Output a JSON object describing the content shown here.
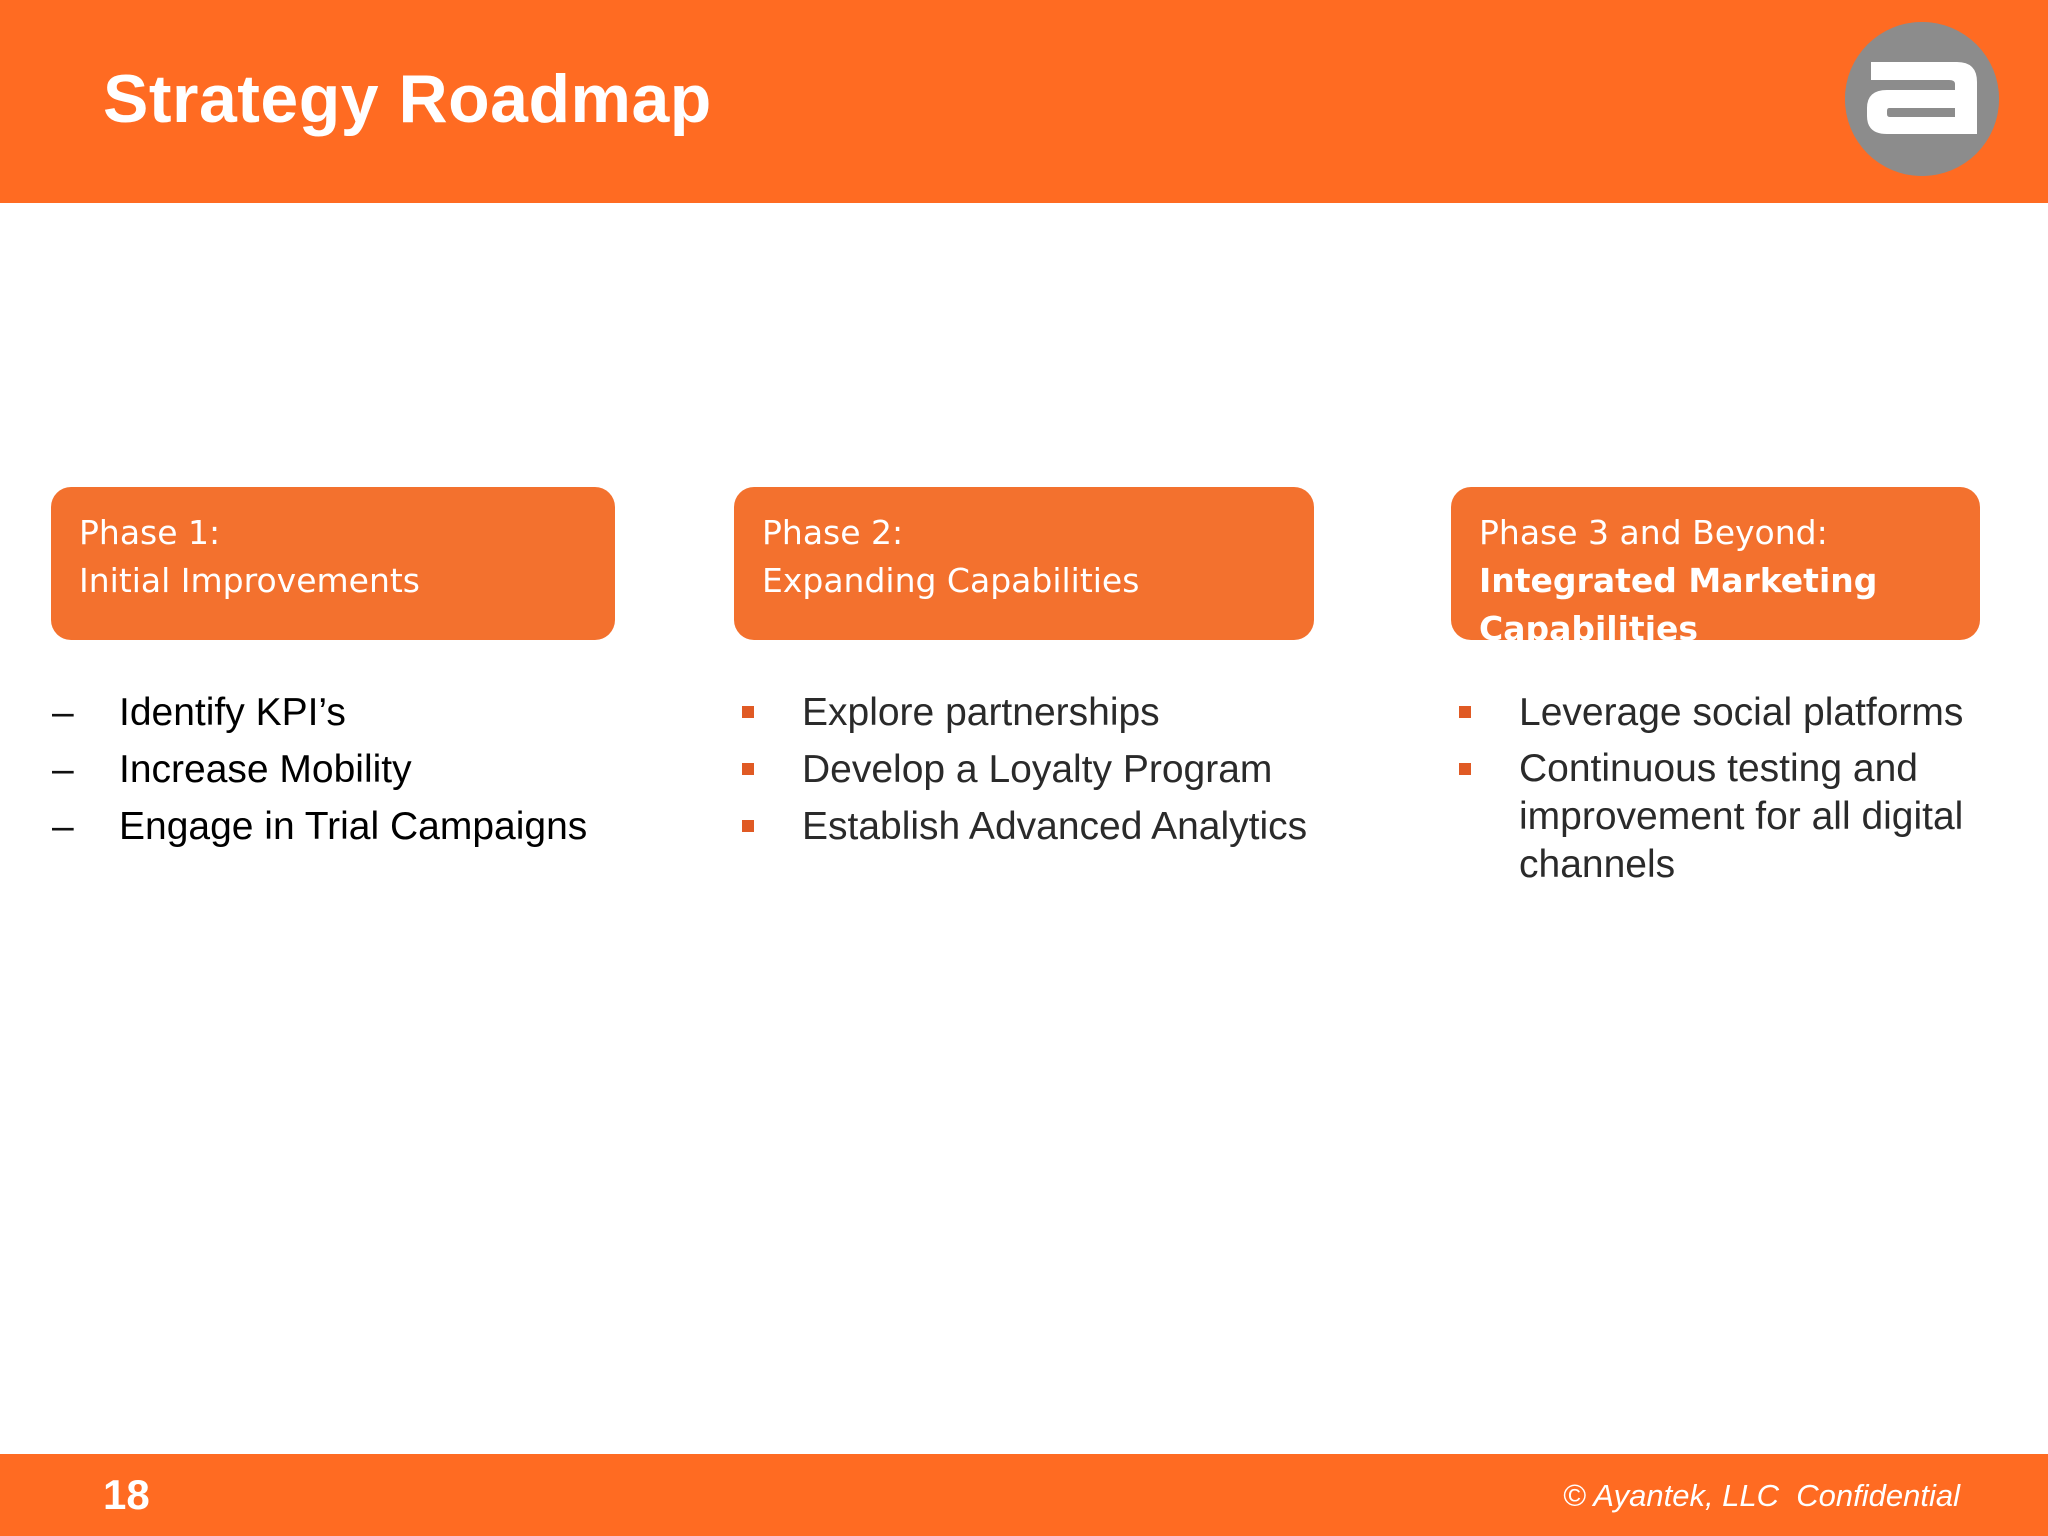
{
  "slide": {
    "title": "Strategy Roadmap",
    "logo_icon": "ayantek-a-logo",
    "accent_color": "#ff6b22",
    "box_color": "#f3712e",
    "bullet_color": "#e05a24"
  },
  "phases": [
    {
      "heading": "Phase  1:",
      "subtitle": "Initial Improvements",
      "bullet_style": "dash",
      "items": [
        "Identify KPI’s",
        "Increase Mobility",
        "Engage in Trial Campaigns"
      ]
    },
    {
      "heading": "Phase 2:",
      "subtitle": "Expanding Capabilities",
      "bullet_style": "square",
      "items": [
        "Explore partnerships",
        "Develop a Loyalty Program",
        "Establish Advanced Analytics"
      ]
    },
    {
      "heading": "Phase 3 and Beyond:",
      "subtitle_line1": "Integrated Marketing",
      "subtitle_line2": "Capabilities",
      "bullet_style": "square",
      "items": [
        "Leverage social platforms",
        "Continuous testing and improvement for all digital channels"
      ]
    }
  ],
  "footer": {
    "page_number": "18",
    "copyright": "© Ayantek, LLC  Confidential"
  }
}
